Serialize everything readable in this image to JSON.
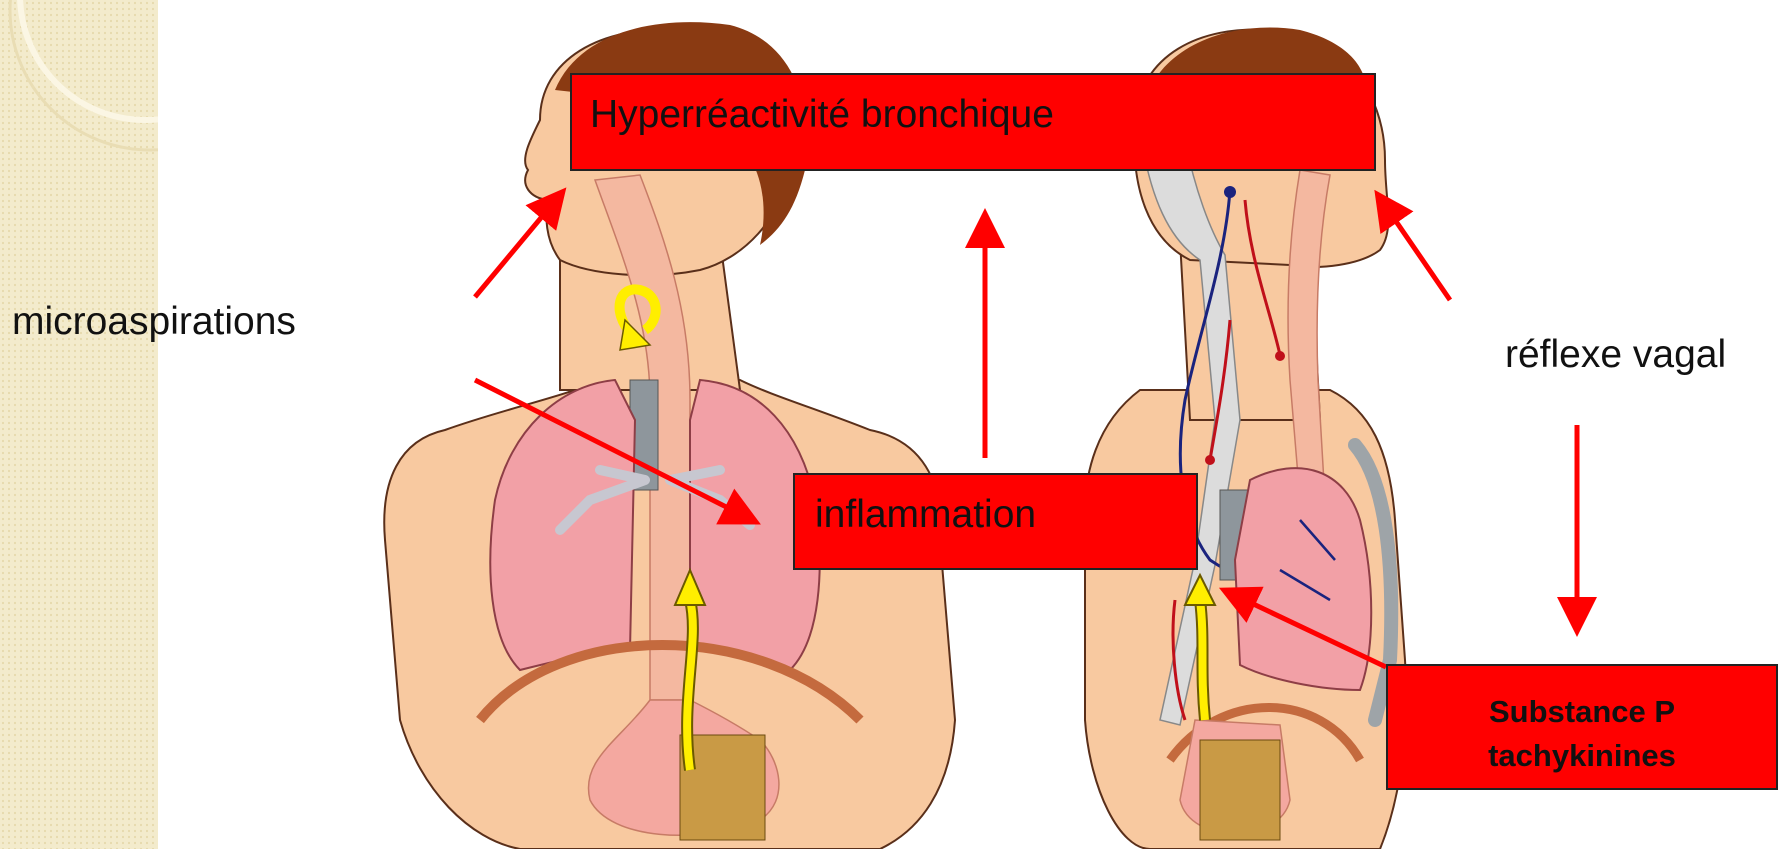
{
  "labels": {
    "hyperreactivite": "Hyperréactivité bronchique",
    "inflammation": "inflammation",
    "microaspirations": "microaspirations",
    "reflexe_vagal": "réflexe vagal",
    "substance_p_line1": "Substance P",
    "substance_p_line2": "tachykinines"
  },
  "colors": {
    "box_fill": "#ff0000",
    "arrow": "#ff0000",
    "skin": "#f8c9a0",
    "hair": "#8a3a12",
    "lung": "#f2a0a6",
    "reflux_arrow": "#ffee00",
    "nerve": "#1a237e",
    "side_strip": "#f2e9c8"
  }
}
